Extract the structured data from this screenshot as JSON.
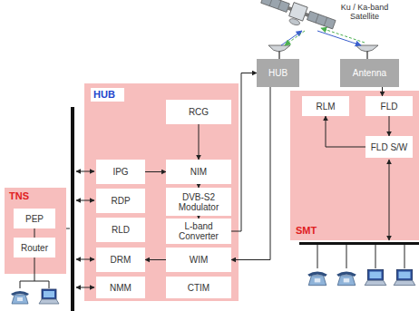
{
  "diagram": {
    "nodes": [
      {
        "text": [
          "HUB"
        ]
      },
      {
        "text": [
          "RCG"
        ],
        "in": 0
      },
      {
        "text": [
          "IPG"
        ],
        "in": 0
      },
      {
        "text": [
          "NIM"
        ],
        "in": 0
      },
      {
        "text": [
          "RDP"
        ],
        "in": 0
      },
      {
        "text": [
          "DVB-S2 Modulator"
        ],
        "in": 0
      },
      {
        "text": [
          "RLD"
        ],
        "in": 0
      },
      {
        "text": [
          "L-band Converter"
        ],
        "in": 0
      },
      {
        "text": [
          "DRM"
        ],
        "in": 0
      },
      {
        "text": [
          "WIM"
        ],
        "in": 0
      },
      {
        "text": [
          "NMM"
        ],
        "in": 0
      },
      {
        "text": [
          "CTIM"
        ],
        "in": 0
      },
      {
        "text": [
          "TNS"
        ]
      },
      {
        "text": [
          "PEP"
        ],
        "in": 12
      },
      {
        "text": [
          "Router"
        ],
        "in": 12
      },
      {
        "text": [
          "HUB"
        ]
      },
      {
        "text": [
          "Antenna"
        ]
      },
      {
        "text": [
          "SMT"
        ]
      },
      {
        "text": [
          "RLM"
        ],
        "in": 17
      },
      {
        "text": [
          "FLD"
        ],
        "in": 17
      },
      {
        "text": [
          "FLD S/W"
        ],
        "in": 17
      }
    ],
    "edges": [
      {
        "from": 1,
        "to": 3,
        "arrow": "to"
      },
      {
        "from": 2,
        "to": 3,
        "arrow": "to"
      },
      {
        "from": 3,
        "to": 5,
        "arrow": "to"
      },
      {
        "from": 5,
        "to": 7,
        "arrow": "to"
      },
      {
        "from": 7,
        "to": 15,
        "arrow": "to"
      },
      {
        "from": 15,
        "to": 9,
        "arrow": "to"
      },
      {
        "from": 9,
        "to": 8,
        "arrow": "to"
      },
      {
        "from": 13,
        "to": 14,
        "arrow": "none"
      },
      {
        "from": 16,
        "to": 19,
        "arrow": "to"
      },
      {
        "from": 19,
        "to": 20,
        "arrow": "to"
      },
      {
        "from": 20,
        "to": 18,
        "arrow": "to"
      }
    ],
    "labels": [
      "Ku / Ka-band Satellite"
    ]
  }
}
